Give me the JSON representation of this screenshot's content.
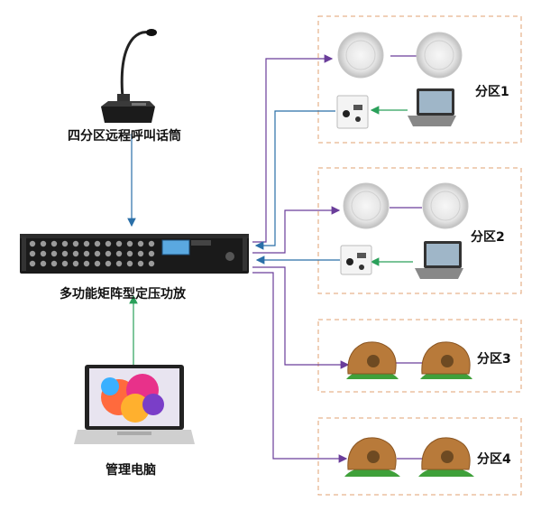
{
  "labels": {
    "mic": "四分区远程呼叫话筒",
    "amp": "多功能矩阵型定压功放",
    "pc": "管理电脑"
  },
  "zones": [
    {
      "label": "分区1",
      "device": "ceiling-speaker",
      "has_source": true
    },
    {
      "label": "分区2",
      "device": "ceiling-speaker",
      "has_source": true
    },
    {
      "label": "分区3",
      "device": "rock-speaker",
      "has_source": false
    },
    {
      "label": "分区4",
      "device": "rock-speaker",
      "has_source": false
    }
  ],
  "colors": {
    "speaker_line": "#6a3d9a",
    "audio_line": "#2a6fa8",
    "control_line": "#2aa05a",
    "zone_border": "#e0a070"
  }
}
